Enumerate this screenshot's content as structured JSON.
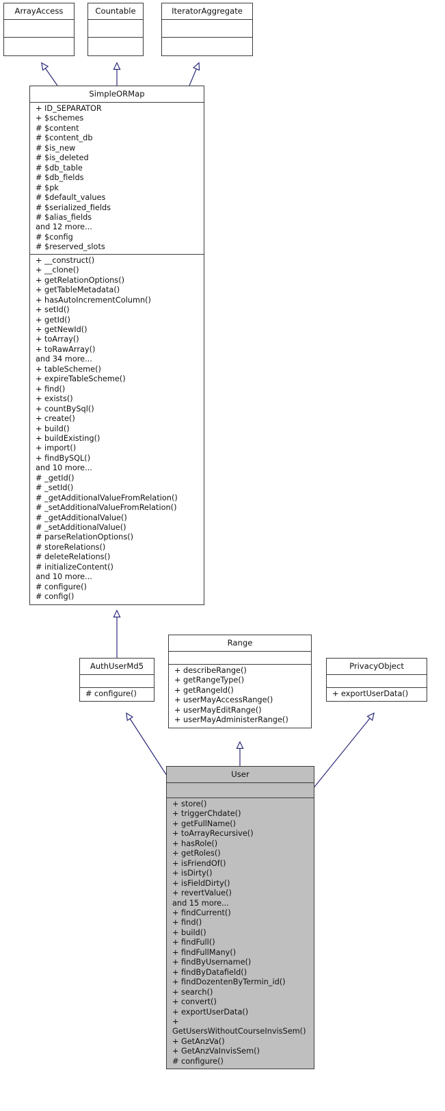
{
  "diagram": {
    "type": "uml-class-inheritance",
    "title": "User class inheritance diagram",
    "colors": {
      "box_border": "#3a3a3a",
      "box_fill": "#ffffff",
      "highlight_fill": "#bfbfbf",
      "edge": "#2a2a7a",
      "text": "#101010"
    }
  },
  "classes": {
    "array_access": {
      "name": "ArrayAccess",
      "attributes": [],
      "operations": []
    },
    "countable": {
      "name": "Countable",
      "attributes": [],
      "operations": []
    },
    "iterator_aggregate": {
      "name": "IteratorAggregate",
      "attributes": [],
      "operations": []
    },
    "simple_or_map": {
      "name": "SimpleORMap",
      "attributes": [
        "+ ID_SEPARATOR",
        "+ $schemes",
        "# $content",
        "# $content_db",
        "# $is_new",
        "# $is_deleted",
        "# $db_table",
        "# $db_fields",
        "# $pk",
        "# $default_values",
        "# $serialized_fields",
        "# $alias_fields",
        "and 12 more...",
        "# $config",
        "# $reserved_slots"
      ],
      "operations": [
        "+ __construct()",
        "+ __clone()",
        "+ getRelationOptions()",
        "+ getTableMetadata()",
        "+ hasAutoIncrementColumn()",
        "+ setId()",
        "+ getId()",
        "+ getNewId()",
        "+ toArray()",
        "+ toRawArray()",
        "and 34 more...",
        "+ tableScheme()",
        "+ expireTableScheme()",
        "+ find()",
        "+ exists()",
        "+ countBySql()",
        "+ create()",
        "+ build()",
        "+ buildExisting()",
        "+ import()",
        "+ findBySQL()",
        "and 10 more...",
        "# _getId()",
        "# _setId()",
        "# _getAdditionalValueFromRelation()",
        "# _setAdditionalValueFromRelation()",
        "# _getAdditionalValue()",
        "# _setAdditionalValue()",
        "# parseRelationOptions()",
        "# storeRelations()",
        "# deleteRelations()",
        "# initializeContent()",
        "and 10 more...",
        "# configure()",
        "# config()"
      ]
    },
    "auth_user_md5": {
      "name": "AuthUserMd5",
      "attributes": [],
      "operations": [
        "# configure()"
      ]
    },
    "range": {
      "name": "Range",
      "attributes": [],
      "operations": [
        "+ describeRange()",
        "+ getRangeType()",
        "+ getRangeId()",
        "+ userMayAccessRange()",
        "+ userMayEditRange()",
        "+ userMayAdministerRange()"
      ]
    },
    "privacy_object": {
      "name": "PrivacyObject",
      "attributes": [],
      "operations": [
        "+ exportUserData()"
      ]
    },
    "user": {
      "name": "User",
      "highlighted": true,
      "attributes": [],
      "operations": [
        "+ store()",
        "+ triggerChdate()",
        "+ getFullName()",
        "+ toArrayRecursive()",
        "+ hasRole()",
        "+ getRoles()",
        "+ isFriendOf()",
        "+ isDirty()",
        "+ isFieldDirty()",
        "+ revertValue()",
        "and 15 more...",
        "+ findCurrent()",
        "+ find()",
        "+ build()",
        "+ findFull()",
        "+ findFullMany()",
        "+ findByUsername()",
        "+ findByDatafield()",
        "+ findDozentenByTermin_id()",
        "+ search()",
        "+ convert()",
        "+ exportUserData()",
        "+ GetUsersWithoutCourseInvisSem()",
        "+ GetAnzVa()",
        "+ GetAnzVaInvisSem()",
        "# configure()"
      ]
    }
  },
  "relations": [
    {
      "from": "SimpleORMap",
      "to": "ArrayAccess",
      "kind": "generalization"
    },
    {
      "from": "SimpleORMap",
      "to": "Countable",
      "kind": "generalization"
    },
    {
      "from": "SimpleORMap",
      "to": "IteratorAggregate",
      "kind": "generalization"
    },
    {
      "from": "AuthUserMd5",
      "to": "SimpleORMap",
      "kind": "generalization"
    },
    {
      "from": "User",
      "to": "AuthUserMd5",
      "kind": "generalization"
    },
    {
      "from": "User",
      "to": "Range",
      "kind": "generalization"
    },
    {
      "from": "User",
      "to": "PrivacyObject",
      "kind": "generalization"
    }
  ]
}
